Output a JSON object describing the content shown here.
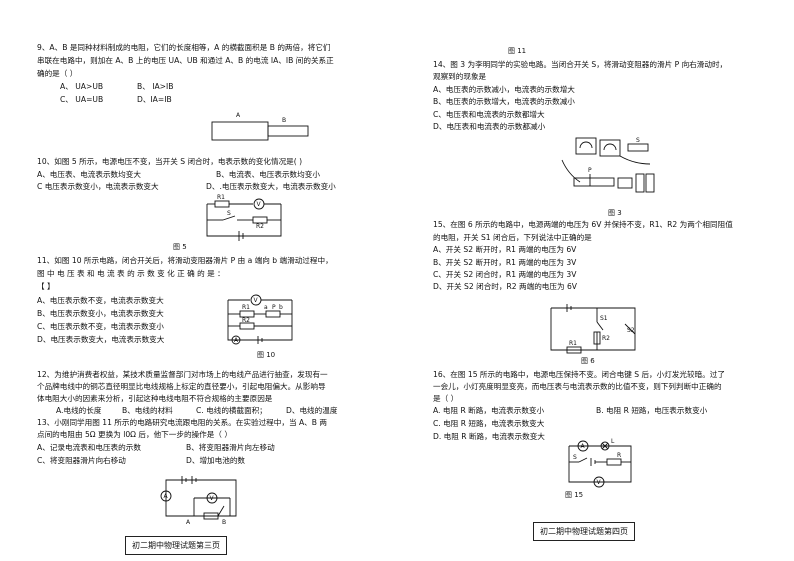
{
  "left": {
    "q9": {
      "line1": "9、A、B 是同种材料制成的电阻，它们的长度相等，A 的横截面积是 B 的两倍，将它们",
      "line2": "串联在电路中，则加在 A、B 上的电压 UA、UB 和通过 A、B 的电流 IA、IB 间的关系正",
      "line3": "确的是（    ）",
      "optA": "A、 UA>UB",
      "optB": "B、 IA>IB",
      "optC": "C、 UA=UB",
      "optD": "D、IA=IB",
      "fig_label_a": "A",
      "fig_label_b": "B"
    },
    "q10": {
      "line1": "10、如图 5 所示，电源电压不变，当开关 S 闭合时，电表示数的变化情况是(    )",
      "optA": "A、电压表、电流表示数均变大",
      "optB": "B、电流表、电压表示数均变小",
      "optC": "C 电压表示数变小，电流表示数变大",
      "optD": "D、.电压表示数变大，电流表示数变小",
      "fig_caption": "图 5"
    },
    "q11": {
      "line1": "11、如图 10 所示电路，闭合开关后，将滑动变阻器滑片 P 由 a 端向 b 端滑动过程中，",
      "line2": "图  中  电  压  表  和  电  流  表  的  示  数  变  化  正  确  的  是  ：",
      "line3": "【      】",
      "optA": "A、电压表示数不变，电流表示数变大",
      "optB": "B、电压表示数变小，电流表示数变大",
      "optC": "C、电压表示数不变，电流表示数变小",
      "optD": "D、电压表示数变大，电流表示数变大",
      "fig_caption": "图 10"
    },
    "q12": {
      "line1": "12、为维护消费者权益，某技术质量监督部门对市场上的电线产品进行抽查，发现有一",
      "line2": "个品牌电线中的铜芯直径明显比电线规格上标定的直径要小，引起电阻偏大。从影响导",
      "line3": "体电阻大小的因素来分析，引起这种电线电阻不符合规格的主要原因是",
      "optA": "A.电线的长度",
      "optB": "B、电线的材料",
      "optC": "C. 电线的横截面积；",
      "optD": "D、电线的温度"
    },
    "q13": {
      "line1": "13、小刚同学用图 11 所示的电路研究电流跟电阻的关系。在实验过程中，当 A、B 两",
      "line2": "点间的电阻由 5Ω 更换为 l0Ω 后，他下一步的操作是（     ）",
      "optA": "A、记录电流表和电压表的示数",
      "optB": "B、将变阻器滑片向左移动",
      "optC": "C、将变阻器滑片向右移动",
      "optD": "D、增加电池的数",
      "fig_label_a": "A",
      "fig_label_b": "B"
    },
    "footer": "初二期中物理试题第三页"
  },
  "right": {
    "fig11_caption": "图 11",
    "q14": {
      "line1": "14、图 3 为李明同学的实验电路。当闭合开关 S，将滑动变阻器的滑片 P 向右滑动时，",
      "line2": "观察到的现象是",
      "optA": "A、电压表的示数减小，电流表的示数增大",
      "optB": "B、电压表的示数增大，电流表的示数减小",
      "optC": "C、电压表和电流表的示数都增大",
      "optD": "D、电压表和电流表的示数都减小",
      "fig_caption": "图 3"
    },
    "q15": {
      "line1": "15、在图 6 所示的电路中，电源两端的电压为 6V 并保持不变，R1、R2 为两个相同阻值",
      "line2": "的电阻，开关 S1 闭合后，下列说法中正确的是",
      "optA": "A、开关 S2 断开时，R1 两端的电压为 6V",
      "optB": "B、开关 S2 断开时，R1 两端的电压为 3V",
      "optC": "C、开关 S2 闭合时，R1 两端的电压为 3V",
      "optD": "D、开关 S2 闭合时，R2 两端的电压为 6V",
      "fig_caption": "图 6"
    },
    "q16": {
      "line1": "16、在图 15 所示的电路中，电源电压保持不变。闭合电键 S 后，小灯发光较暗。过了",
      "line2": "一会儿，小灯亮度明显变亮，而电压表与电流表示数的比值不变，则下列判断中正确的",
      "line3": "是（    ）",
      "optA": "A. 电阻 R 断路，电流表示数变小",
      "optB": "B. 电阻 R 短路，电压表示数变小",
      "optC": "C. 电阻 R 短路，电流表示数变大",
      "optD": "D. 电阻 R 断路，电流表示数变大",
      "fig_caption": "图 15"
    },
    "footer": "初二期中物理试题第四页"
  },
  "figure_symbols": {
    "ammeter": "A",
    "voltmeter": "V",
    "r1": "R1",
    "r2": "R2",
    "switch": "S",
    "s1": "S1",
    "s2": "S2",
    "p": "P",
    "r": "R",
    "l": "L",
    "a": "a",
    "b": "b"
  }
}
